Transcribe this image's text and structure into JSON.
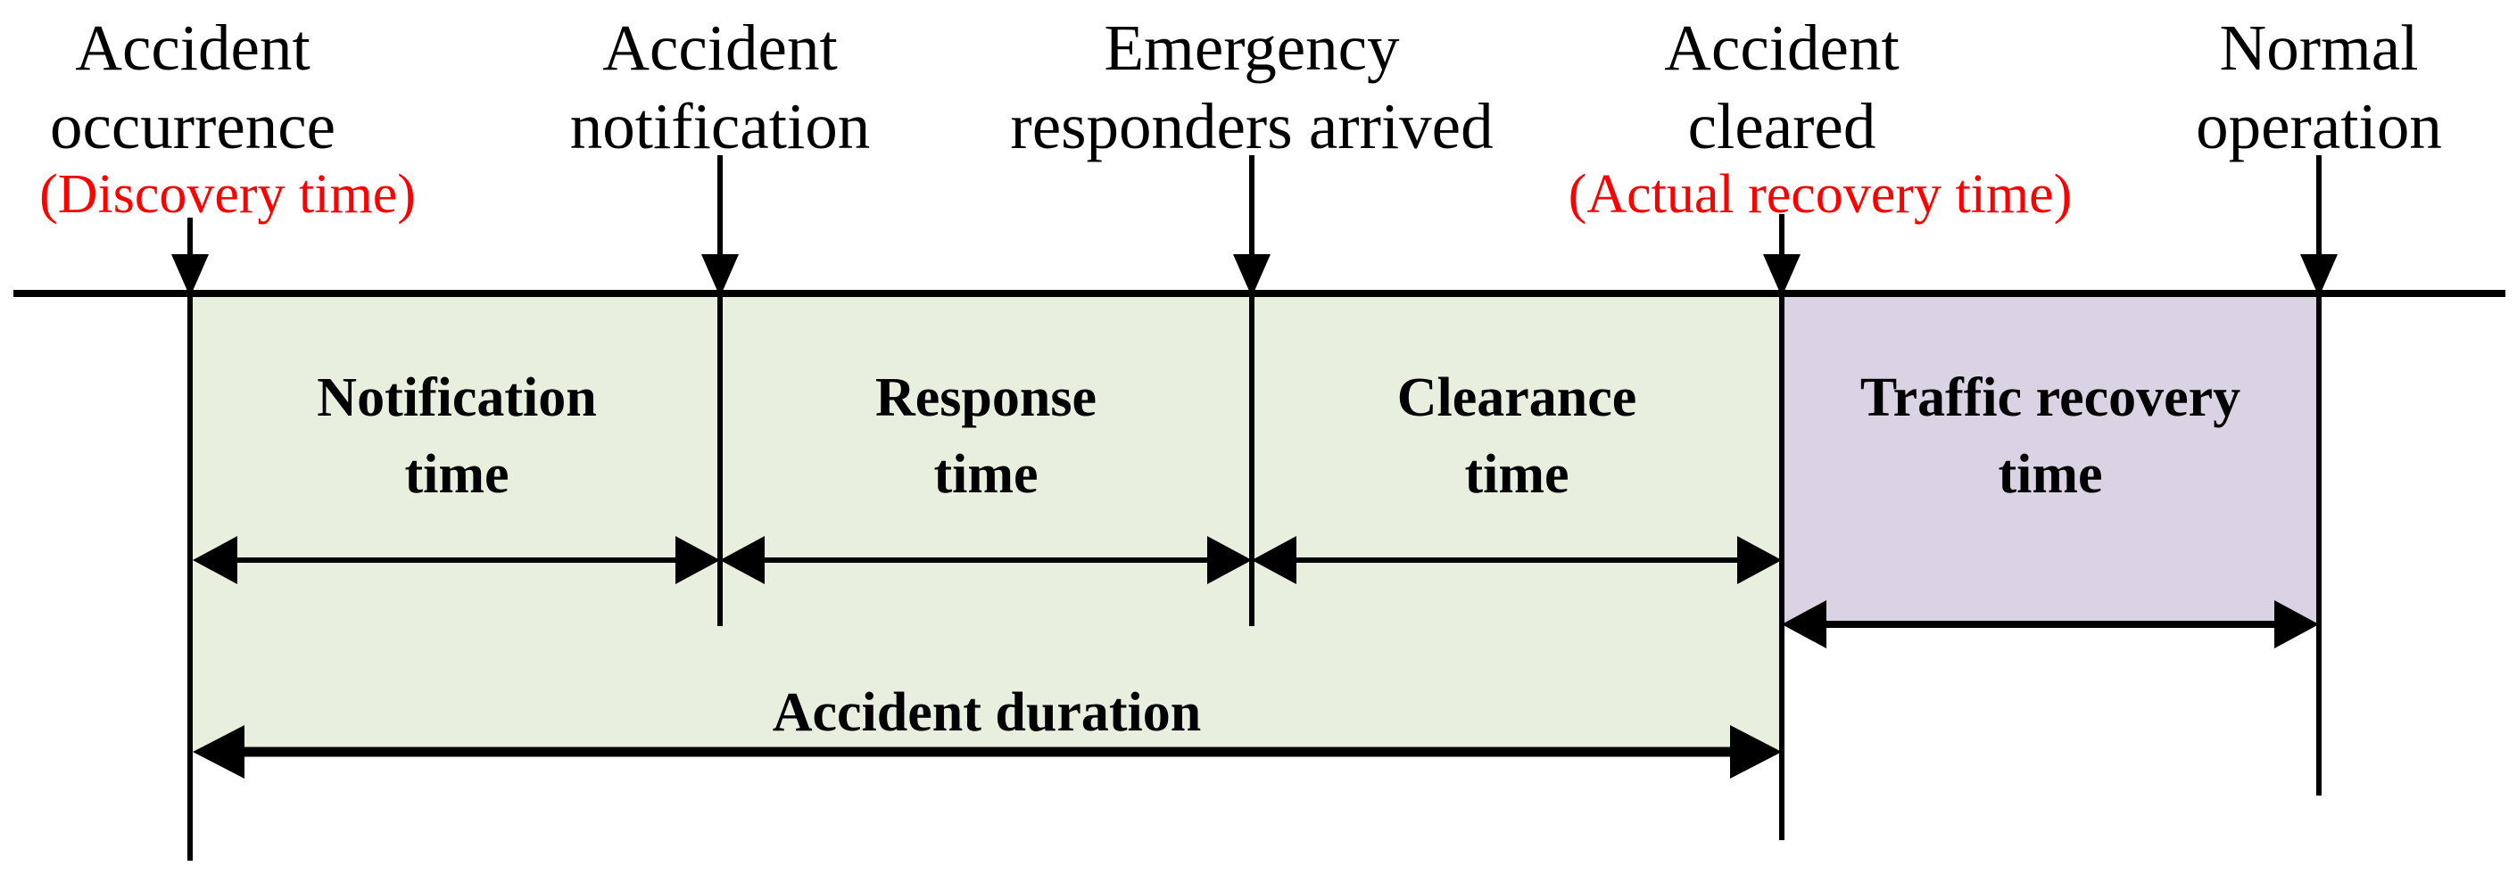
{
  "colors": {
    "green_fill": "#e8efdf",
    "purple_fill": "#d9d3e3",
    "red_text": "#ff0000",
    "line_color": "#000000"
  },
  "events": [
    {
      "id": "accident-occurrence",
      "line1": "Accident",
      "line2": "occurrence",
      "sublabel": "(Discovery time)"
    },
    {
      "id": "accident-notification",
      "line1": "Accident",
      "line2": "notification",
      "sublabel": ""
    },
    {
      "id": "emergency-responders-arrived",
      "line1": "Emergency",
      "line2": "responders arrived",
      "sublabel": ""
    },
    {
      "id": "accident-cleared",
      "line1": "Accident",
      "line2": "cleared",
      "sublabel": "(Actual recovery time)"
    },
    {
      "id": "normal-operation",
      "line1": "Normal",
      "line2": "operation",
      "sublabel": ""
    }
  ],
  "segments": [
    {
      "id": "notification-time",
      "line1": "Notification",
      "line2": "time"
    },
    {
      "id": "response-time",
      "line1": "Response",
      "line2": "time"
    },
    {
      "id": "clearance-time",
      "line1": "Clearance",
      "line2": "time"
    },
    {
      "id": "traffic-recovery-time",
      "line1": "Traffic recovery",
      "line2": "time"
    }
  ],
  "duration_label": "Accident duration"
}
